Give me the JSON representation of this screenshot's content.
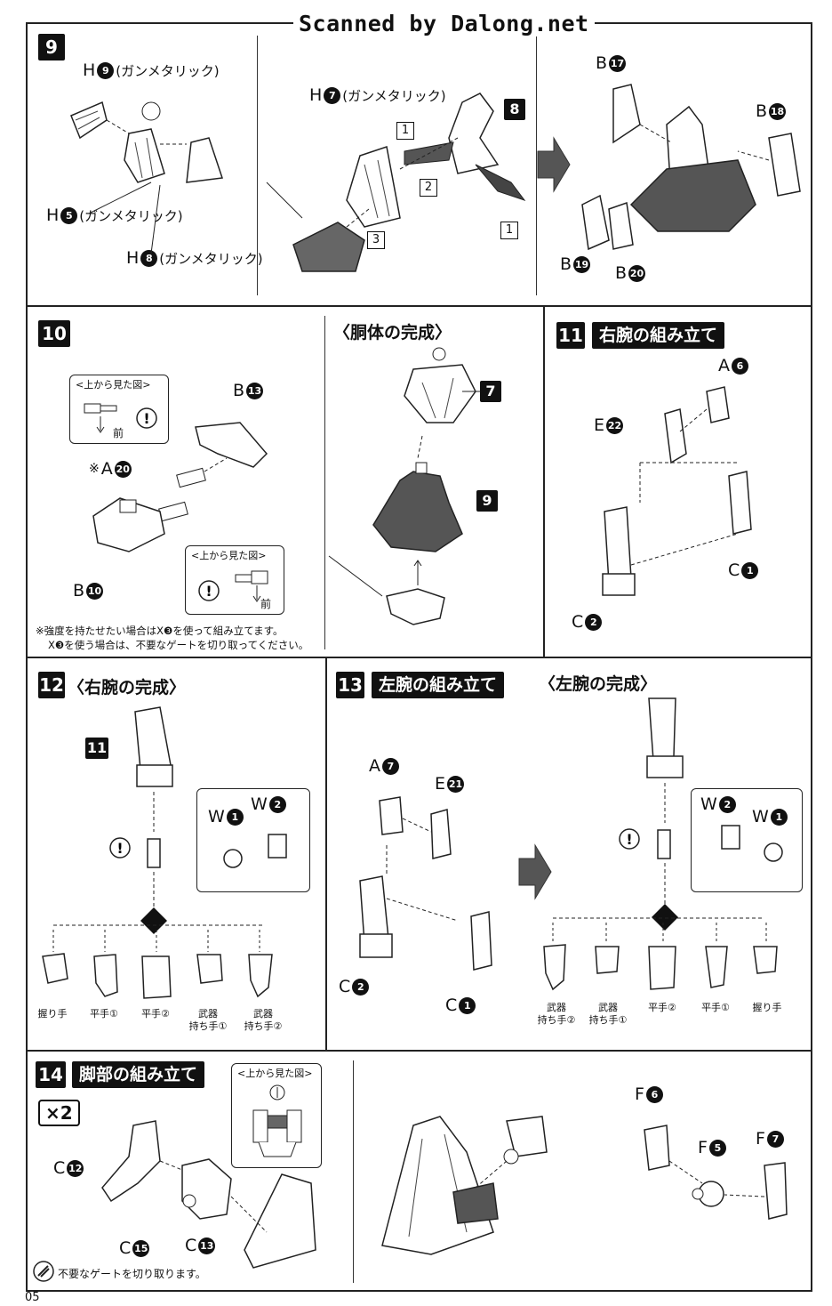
{
  "watermark": "Scanned by Dalong.net",
  "page_number": "05",
  "legend": {
    "gate_note": "不要なゲートを切り取ります。"
  },
  "steps": {
    "s9": {
      "num": "9",
      "labels": [
        "(ガンメタリック)",
        "(ガンメタリック)",
        "(ガンメタリック)",
        "(ガンメタリック)"
      ],
      "parts": [
        {
          "l": "H",
          "n": "9"
        },
        {
          "l": "H",
          "n": "5"
        },
        {
          "l": "H",
          "n": "8"
        },
        {
          "l": "H",
          "n": "7"
        },
        {
          "l": "B",
          "n": "17"
        },
        {
          "l": "B",
          "n": "18"
        },
        {
          "l": "B",
          "n": "19"
        },
        {
          "l": "B",
          "n": "20"
        }
      ],
      "ref": "8",
      "orders": [
        "1",
        "2",
        "3",
        "1"
      ]
    },
    "s10": {
      "num": "10",
      "view_top": "<上から見た図>",
      "front": "前",
      "parts": [
        {
          "l": "B",
          "n": "13"
        },
        {
          "l": "A",
          "n": "20"
        },
        {
          "l": "B",
          "n": "10"
        }
      ],
      "asterisk": "※",
      "notes": [
        "※強度を持たせたい場合はX❸を使って組み立てます。",
        "X❸を使う場合は、不要なゲートを切り取ってください。"
      ]
    },
    "torso": {
      "title": "〈胴体の完成〉",
      "refs": [
        "7",
        "9"
      ]
    },
    "s11": {
      "num": "11",
      "title": "右腕の組み立て",
      "parts": [
        {
          "l": "A",
          "n": "6"
        },
        {
          "l": "E",
          "n": "22"
        },
        {
          "l": "C",
          "n": "1"
        },
        {
          "l": "C",
          "n": "2"
        }
      ]
    },
    "s12": {
      "num": "12",
      "title": "〈右腕の完成〉",
      "ref": "11",
      "parts": [
        {
          "l": "W",
          "n": "1"
        },
        {
          "l": "W",
          "n": "2"
        }
      ],
      "hands": [
        "握り手",
        "平手①",
        "平手②",
        "武器\n持ち手①",
        "武器\n持ち手②"
      ]
    },
    "s13": {
      "num": "13",
      "title": "左腕の組み立て",
      "parts": [
        {
          "l": "A",
          "n": "7"
        },
        {
          "l": "E",
          "n": "21"
        },
        {
          "l": "C",
          "n": "2"
        },
        {
          "l": "C",
          "n": "1"
        }
      ]
    },
    "leftarm": {
      "title": "〈左腕の完成〉",
      "parts": [
        {
          "l": "W",
          "n": "2"
        },
        {
          "l": "W",
          "n": "1"
        }
      ],
      "hands": [
        "武器\n持ち手②",
        "武器\n持ち手①",
        "平手②",
        "平手①",
        "握り手"
      ]
    },
    "s14": {
      "num": "14",
      "title": "脚部の組み立て",
      "qty": "×2",
      "view_top": "<上から見た図>",
      "parts": [
        {
          "l": "C",
          "n": "12"
        },
        {
          "l": "C",
          "n": "15"
        },
        {
          "l": "C",
          "n": "13"
        },
        {
          "l": "F",
          "n": "6"
        },
        {
          "l": "F",
          "n": "5"
        },
        {
          "l": "F",
          "n": "7"
        }
      ]
    }
  }
}
